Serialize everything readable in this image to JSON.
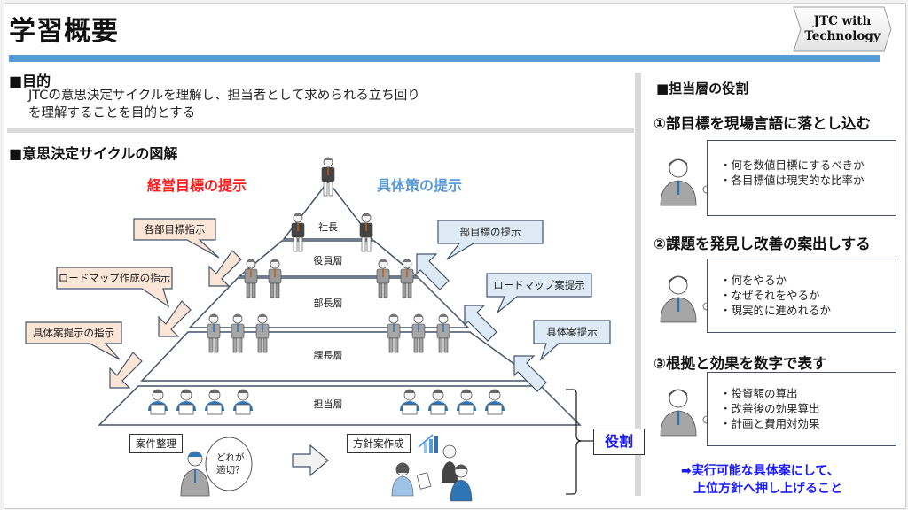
{
  "header": {
    "title": "学習概要",
    "logo_line1": "JTC with",
    "logo_line2": "Technology"
  },
  "purpose": {
    "heading": "■目的",
    "line1": "JTCの意思決定サイクルを理解し、担当者として求められる立ち回り",
    "line2": "を理解することを目的とする"
  },
  "diagram": {
    "heading": "■意思決定サイクルの図解",
    "top_down_title": "経営目標の提示",
    "bottom_up_title": "具体策の提示",
    "layers": [
      "社長",
      "役員層",
      "部長層",
      "課長層",
      "担当層"
    ],
    "down_callouts": [
      "各部目標指示",
      "ロードマップ作成の指示",
      "具体案提示の指示"
    ],
    "up_callouts": [
      "部目標の提示",
      "ロードマップ案提示",
      "具体案提示"
    ],
    "task1_label": "案件整理",
    "thought_line1": "どれが",
    "thought_line2": "適切？",
    "task2_label": "方針案作成",
    "role_label": "役割"
  },
  "roles": {
    "heading": "■担当層の役割",
    "sections": [
      {
        "title": "①部目標を現場言語に落とし込む",
        "items": [
          "・何を数値目標にするべきか",
          "・各目標値は現実的な比率か"
        ]
      },
      {
        "title": "②課題を発見し改善の案出しする",
        "items": [
          "・何をやるか",
          "・なぜそれをやるか",
          "・現実的に進めれるか"
        ]
      },
      {
        "title": "③根拠と効果を数字で表す",
        "items": [
          "・投資額の算出",
          "・改善後の効果算出",
          "・計画と費用対効果"
        ]
      }
    ],
    "conclusion_line1": "➡実行可能な具体案にして、",
    "conclusion_line2": "上位方針へ押し上げること"
  },
  "colors": {
    "accent_blue": "#5b9bd5",
    "red_heading": "#ff1a1a",
    "conclusion_blue": "#1a1aff",
    "down_callout_fill": "#fbe5d6",
    "up_callout_fill": "#deebf7"
  }
}
